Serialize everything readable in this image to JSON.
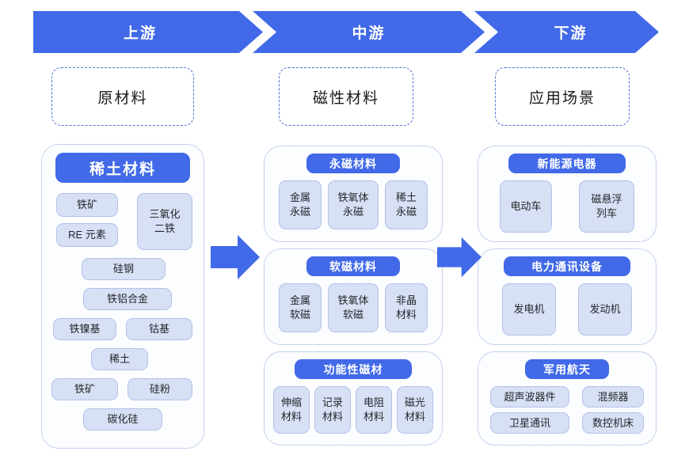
{
  "header": {
    "stages": [
      {
        "label": "上游"
      },
      {
        "label": "中游"
      },
      {
        "label": "下游"
      }
    ]
  },
  "stage_captions": [
    {
      "label": "原材料"
    },
    {
      "label": "磁性材料"
    },
    {
      "label": "应用场景"
    }
  ],
  "colors": {
    "primary_blue": "#4169e8",
    "chip_fill": "#d7e0f4",
    "chip_border": "#8fa3e0",
    "group_border": "#8fa3e0",
    "caption_border": "#5570d6"
  },
  "upstream": {
    "group_title": "稀土材料",
    "items": [
      {
        "label": "铁矿"
      },
      {
        "label": "三氧化\n二铁"
      },
      {
        "label": "RE 元素"
      },
      {
        "label": "硅钢"
      },
      {
        "label": "铁铝合金"
      },
      {
        "label": "铁镍基"
      },
      {
        "label": "钴基"
      },
      {
        "label": "稀土"
      },
      {
        "label": "铁矿"
      },
      {
        "label": "硅粉"
      },
      {
        "label": "碳化硅"
      }
    ]
  },
  "midstream": {
    "groups": [
      {
        "title": "永磁材料",
        "items": [
          {
            "label": "金属\n永磁"
          },
          {
            "label": "铁氧体\n永磁"
          },
          {
            "label": "稀土\n永磁"
          }
        ]
      },
      {
        "title": "软磁材料",
        "items": [
          {
            "label": "金属\n软磁"
          },
          {
            "label": "铁氧体\n软磁"
          },
          {
            "label": "非晶\n材料"
          }
        ]
      },
      {
        "title": "功能性磁材",
        "items": [
          {
            "label": "伸缩\n材料"
          },
          {
            "label": "记录\n材料"
          },
          {
            "label": "电阻\n材料"
          },
          {
            "label": "磁光\n材料"
          }
        ]
      }
    ]
  },
  "downstream": {
    "groups": [
      {
        "title": "新能源电器",
        "items": [
          {
            "label": "电动车"
          },
          {
            "label": "磁悬浮\n列车"
          }
        ]
      },
      {
        "title": "电力通讯设备",
        "items": [
          {
            "label": "发电机"
          },
          {
            "label": "发动机"
          }
        ]
      },
      {
        "title": "军用航天",
        "items": [
          {
            "label": "超声波器件"
          },
          {
            "label": "混频器"
          },
          {
            "label": "卫星通讯"
          },
          {
            "label": "数控机床"
          }
        ]
      }
    ]
  },
  "flow_arrows": [
    {
      "name": "arrow-upstream-to-midstream"
    },
    {
      "name": "arrow-midstream-to-downstream"
    }
  ]
}
